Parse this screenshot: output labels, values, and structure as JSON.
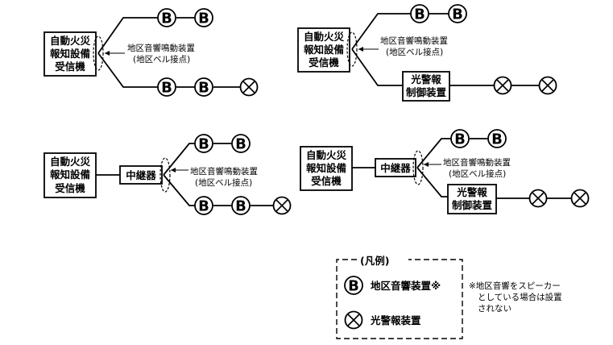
{
  "diagram1": {
    "receiver": [
      "自動火災",
      "報知設備",
      "受信機"
    ],
    "device_label": [
      "地区音響鳴動装置",
      "(地区ベル接点)"
    ]
  },
  "diagram2": {
    "receiver": [
      "自動火災",
      "報知設備",
      "受信機"
    ],
    "device_label": [
      "地区音響鳴動装置",
      "(地区ベル接点)"
    ],
    "controller": [
      "光警報",
      "制御装置"
    ]
  },
  "diagram3": {
    "receiver": [
      "自動火災",
      "報知設備",
      "受信機"
    ],
    "relay": "中継器",
    "device_label": [
      "地区音響鳴動装置",
      "(地区ベル接点)"
    ]
  },
  "diagram4": {
    "receiver": [
      "自動火災",
      "報知設備",
      "受信機"
    ],
    "relay": "中継器",
    "device_label": [
      "地区音響鳴動装置",
      "(地区ベル接点)"
    ],
    "controller": [
      "光警報",
      "制御装置"
    ]
  },
  "symbols": {
    "bell_letter": "B"
  },
  "legend": {
    "title": "(凡例)",
    "items": [
      {
        "symbol": "bell",
        "label": "地区音響装置※"
      },
      {
        "symbol": "strobe",
        "label": "光警報装置"
      }
    ]
  },
  "note": [
    "※地区音響をスピーカー",
    "としている場合は設置",
    "されない"
  ]
}
